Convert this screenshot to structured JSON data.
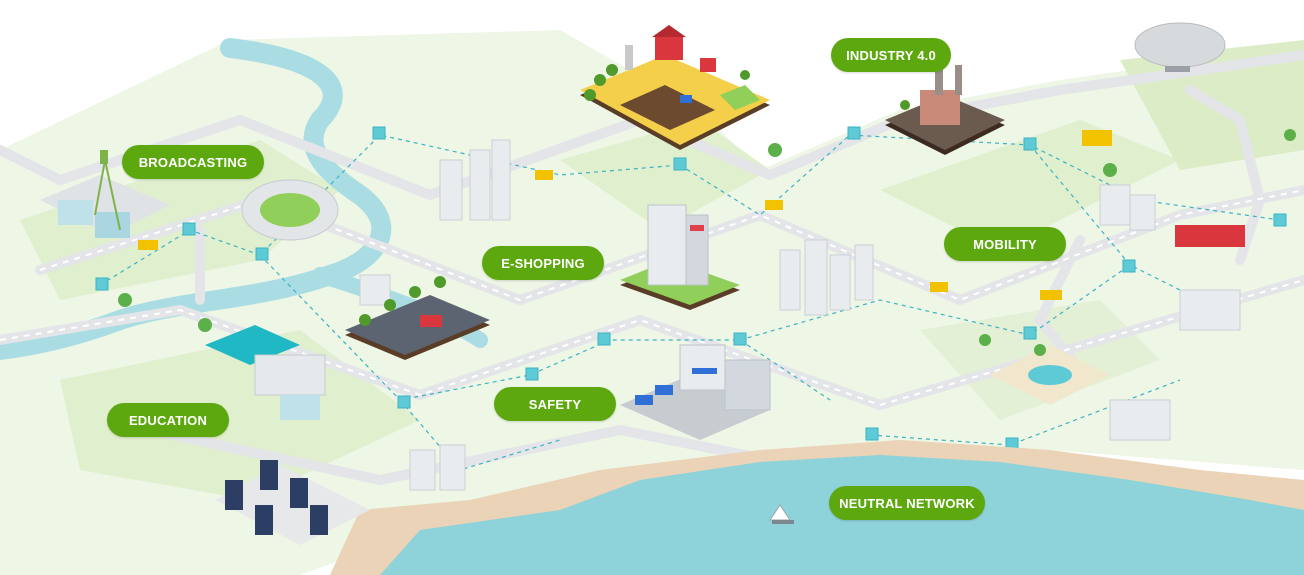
{
  "labels": {
    "broadcasting": "BROADCASTING",
    "industry": "INDUSTRY 4.0",
    "eshopping": "E-SHOPPING",
    "mobility": "MOBILITY",
    "education": "EDUCATION",
    "safety": "SAFETY",
    "neutral_network": "NEUTRAL NETWORK"
  },
  "colors": {
    "pill": "#5ea80f",
    "land": "#e3f0d5",
    "road": "#e6e8ea",
    "water": "#8fd3da",
    "river": "#a9dde3",
    "sand": "#ead3b6",
    "connector": "#3bb3c3"
  }
}
